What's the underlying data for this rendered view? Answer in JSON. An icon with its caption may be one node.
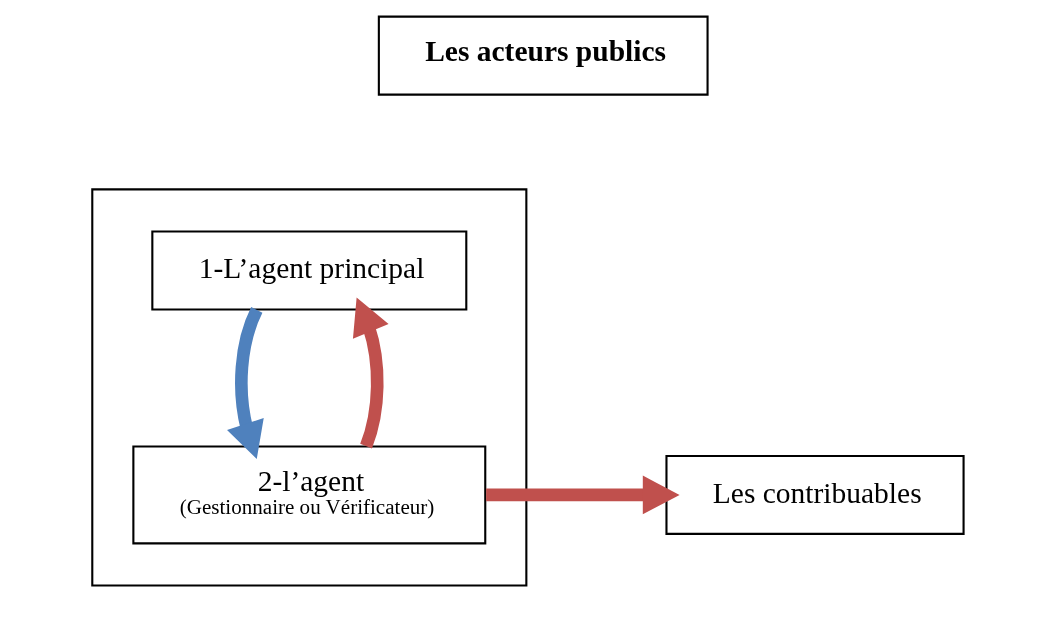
{
  "diagram": {
    "nodes": [
      {
        "text": [
          "Les acteurs publics"
        ]
      },
      {
        "text": [],
        "shape": "box"
      },
      {
        "text": [
          "1-L’agent principal"
        ],
        "in": 1
      },
      {
        "text": [
          "2-l’agent",
          "(Gestionnaire ou Vérificateur)"
        ],
        "in": 1
      },
      {
        "text": [
          "Les contribuables"
        ]
      }
    ],
    "edges": [
      {
        "from": 2,
        "to": 3,
        "arrow": "to",
        "color": "#4f81bd"
      },
      {
        "from": 3,
        "to": 2,
        "arrow": "to"
      },
      {
        "from": 3,
        "to": 4,
        "arrow": "to"
      }
    ]
  }
}
